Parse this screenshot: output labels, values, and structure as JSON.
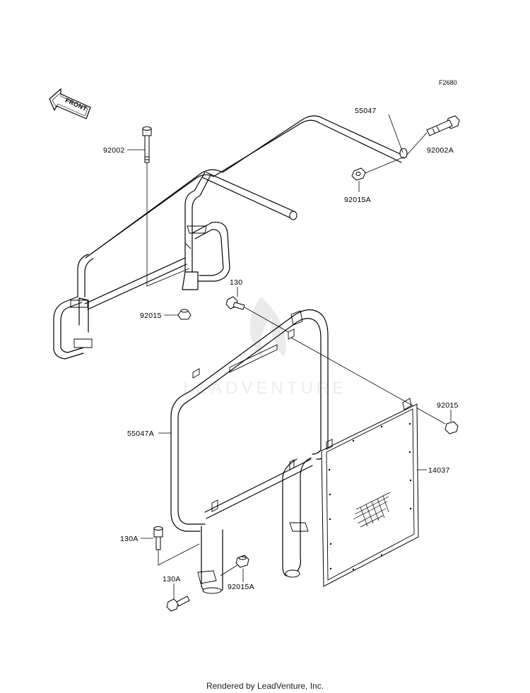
{
  "figure_code": "F2680",
  "front_label": "FRONT",
  "watermark": "LEADVENTURE",
  "footer": "Rendered by LeadVenture, Inc.",
  "callouts": {
    "p55047": "55047",
    "p92002A": "92002A",
    "p92015A": "92015A",
    "p92002": "92002",
    "p92015_left": "92015",
    "p130": "130",
    "p55047A": "55047A",
    "p92015_right": "92015",
    "p14037": "14037",
    "p130A_top": "130A",
    "p130A_bottom": "130A",
    "p92015A_bottom": "92015A"
  }
}
